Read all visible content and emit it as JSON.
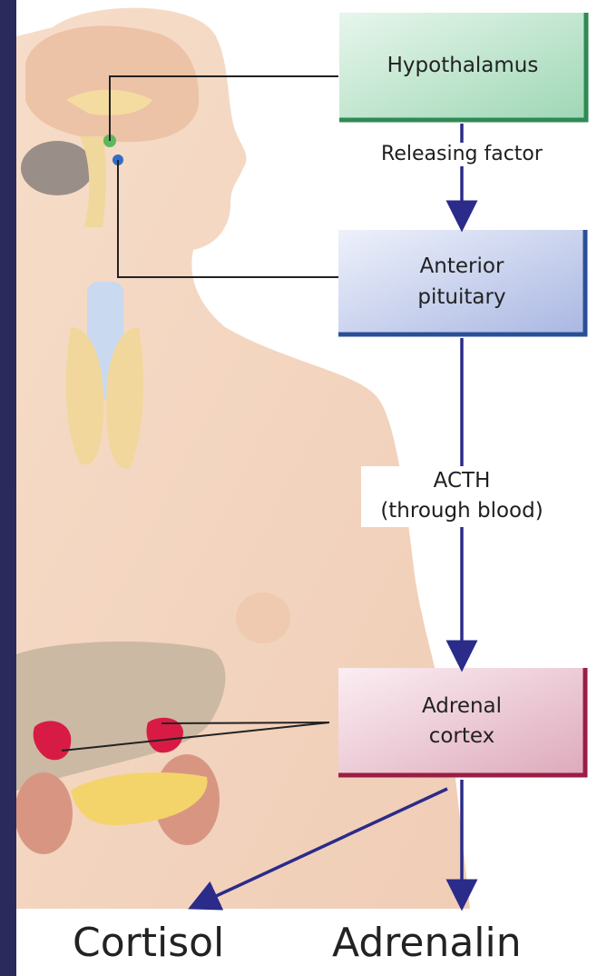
{
  "boxes": {
    "hypothalamus": "Hypothalamus",
    "anterior_pituitary": "Anterior\npituitary",
    "adrenal_cortex": "Adrenal\ncortex"
  },
  "arrows": {
    "releasing_factor": "Releasing factor",
    "acth": "ACTH\n(through blood)"
  },
  "outputs": {
    "cortisol": "Cortisol",
    "adrenalin": "Adrenalin"
  },
  "colors": {
    "background_frame": "#2a2a5c",
    "arrow": "#2b2b8a",
    "hypothalamus_box": "#7ccca0",
    "pituitary_box": "#9fb0dc",
    "adrenal_box": "#e3aebe"
  }
}
